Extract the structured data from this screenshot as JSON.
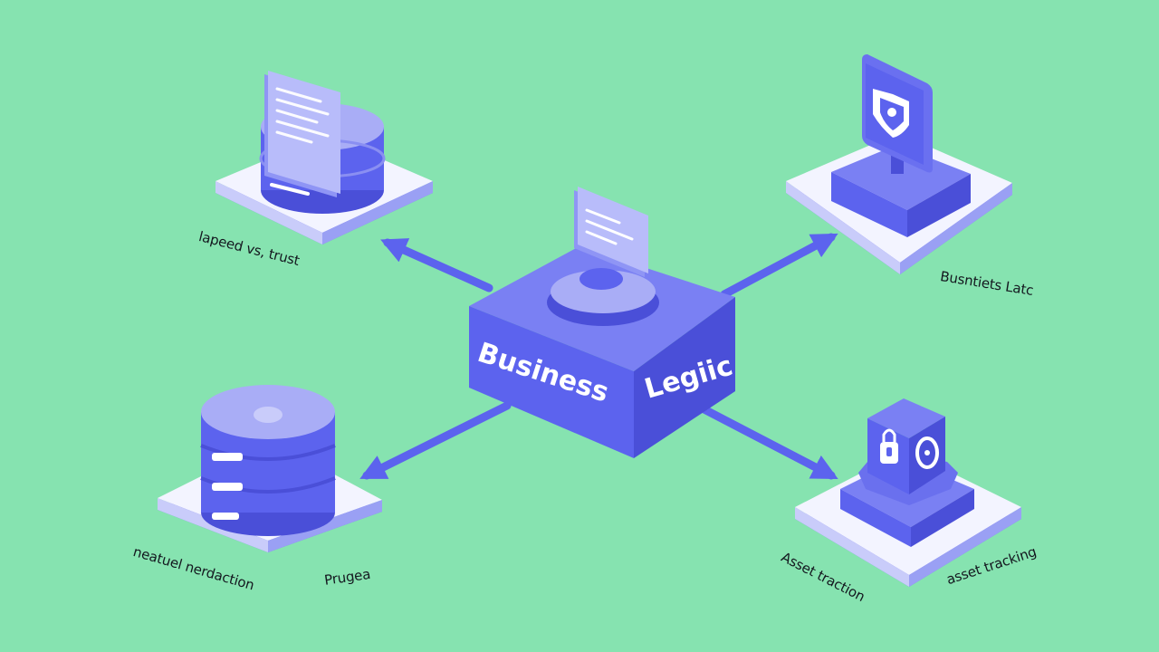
{
  "colors": {
    "background": "#86e3b0",
    "accent": "#5c63ee",
    "accent_dark": "#4a4fd8",
    "accent_light": "#a9adf6",
    "platform": "#f4f5ff",
    "label_text": "#14181f"
  },
  "hub": {
    "label_left": "Business",
    "label_right": "Legiic",
    "icon": "document-icon"
  },
  "nodes": [
    {
      "id": "top-left",
      "label": "lapeed vs, trust",
      "icon": "document-database-icon"
    },
    {
      "id": "top-right",
      "label": "Busntiets Latc",
      "icon": "shield-sign-icon"
    },
    {
      "id": "bottom-left",
      "label_left": "neatuel nerdaction",
      "label_right": "Prugea",
      "icon": "database-stack-icon"
    },
    {
      "id": "bottom-right",
      "label_left": "Asset traction",
      "label_right": "asset tracking",
      "icon": "lock-cube-icon"
    }
  ]
}
